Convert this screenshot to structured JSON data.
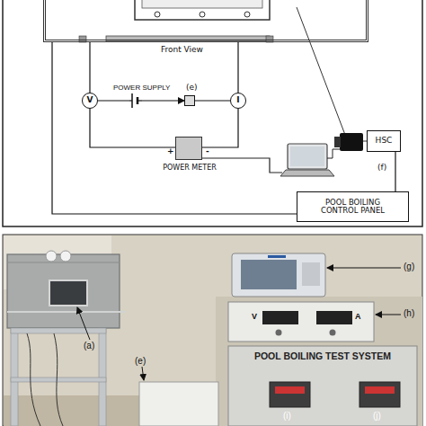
{
  "diagram": {
    "nodes": [
      {
        "text": [
          "Front View"
        ]
      },
      {
        "text": [
          "V"
        ]
      },
      {
        "text": [
          "I"
        ]
      },
      {
        "text": [
          "(e)"
        ]
      },
      {
        "text": [
          "+",
          "-",
          "POWER METER"
        ]
      },
      {
        "text": [
          "HSC",
          "(f)"
        ]
      },
      {
        "text": [
          "POOL BOILING CONTROL PANEL"
        ]
      }
    ],
    "edges": [
      {
        "from": 0,
        "to": 1,
        "arrow": "none"
      },
      {
        "from": 0,
        "to": 2,
        "arrow": "none"
      },
      {
        "from": 1,
        "to": 3,
        "arrow": "to"
      },
      {
        "from": 3,
        "to": 2,
        "arrow": "none"
      },
      {
        "from": 1,
        "to": 4,
        "arrow": "none"
      },
      {
        "from": 2,
        "to": 4,
        "arrow": "none"
      },
      {
        "from": 5,
        "to": 6,
        "arrow": "none"
      },
      {
        "from": 0,
        "to": 6,
        "arrow": "none"
      }
    ],
    "labels": [
      "POWER SUPPLY",
      "(g)",
      "(a)",
      "(h)",
      "V",
      "A",
      "POOL BOILING TEST SYSTEM",
      "(e)",
      "(i)",
      "(j)"
    ]
  }
}
